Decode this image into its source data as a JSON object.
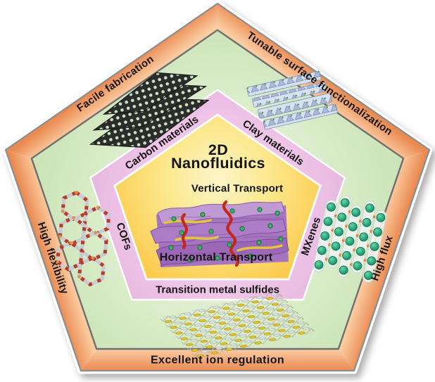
{
  "pentagon": {
    "title_top": "2D",
    "title_bottom": "Nanofluidics",
    "transport": {
      "vertical": "Vertical Transport",
      "horizontal": "Horizontal Transport"
    },
    "attributes": {
      "top_left": "Facile fabrication",
      "top_right": "Tunable surface functionalization",
      "right": "High flux",
      "bottom": "Excellent ion regulation",
      "left": "High flexibility"
    },
    "materials": {
      "top_left": "Carbon materials",
      "top_right": "Clay materials",
      "right": "MXenes",
      "bottom": "Transition metal sulfides",
      "left": "COFs"
    },
    "palette": {
      "band_orange_outer": "#ea8a50",
      "band_orange_inner": "#fbcda3",
      "field_green_light": "#ebf5e0",
      "field_green_dark": "#c6e1b1",
      "ring_pink_outer": "#dfa5d5",
      "ring_pink_inner": "#f6dcf0",
      "core_yellow_center": "#fdf5c9",
      "core_yellow_edge": "#fbcb4e",
      "vertical_transport_red": "#c81b10",
      "horizontal_transport_blue": "#2d5cb0"
    }
  }
}
